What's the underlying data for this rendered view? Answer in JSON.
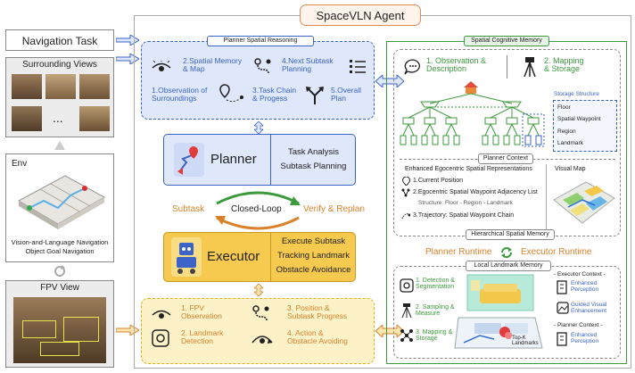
{
  "agent_title": "SpaceVLN Agent",
  "left": {
    "navigation_task": "Navigation Task",
    "surrounding_views": "Surrounding Views",
    "dots": "...",
    "env_label": "Env",
    "env_caption_1": "Vision-and-Language Navigation",
    "env_caption_2": "Object Goal Navigation",
    "fpv_view": "FPV View"
  },
  "planner_reasoning": {
    "header": "Planner Spatial Reasoning",
    "item_memory": "2.Spatial Memory\n& Map",
    "item_next": "4.Next Subtask\nPlanning",
    "item_observation": "1.Observation of\nSurroundings",
    "item_chain": "3.Task Chain\n& Progess",
    "item_overall": "5.Overall\nPlan"
  },
  "planner": {
    "title": "Planner",
    "task_1": "Task Analysis",
    "task_2": "Subtask Planning"
  },
  "loop": {
    "subtask": "Subtask",
    "closed_loop": "Closed-Loop",
    "verify": "Verify & Replan"
  },
  "executor": {
    "title": "Executor",
    "task_1": "Execute Subtask",
    "task_2": "Tracking Landmark",
    "task_3": "Obstacle Avoidance"
  },
  "executor_steps": {
    "step_1": "1. FPV\nObservation",
    "step_2": "2. Landmark\nDetection",
    "step_3": "3. Position &\nSubtask Progress",
    "step_4": "4. Action &\nObstacle Avoiding"
  },
  "memory": {
    "header": "Spatial Cognitive Memory",
    "obs_desc": "1. Observation &\nDescription",
    "mapping": "2. Mapping\n& Storage",
    "storage_structure": "Storage Structure",
    "levels": [
      "Floor",
      "Spatial Waypoint",
      "Region",
      "Landmark"
    ],
    "planner_context": "Planner Context",
    "enhanced_title": "Enhanced Egocentric Spatial Representations",
    "rep_1": "1.Current Position",
    "rep_2": "2.Egocentric Spatial Waypoint Adjacency List",
    "rep_struct": "Structure: Floor - Region - Landmark",
    "rep_3": "3.Trajectory: Spatial Waypoint Chain",
    "visual_map": "Visual Map",
    "hierarchical": "Hierarchical Spatial Memory",
    "planner_runtime": "Planner Runtime",
    "executor_runtime": "Executor Runtime",
    "local_landmark": "Local Landmark Memory",
    "local_1": "1. Detection &\nSegmentation",
    "local_2": "2. Sampling &\nMeasure",
    "local_3": "3. Mapping &\nStorage",
    "topk": "Top-K\nLandmarks",
    "exec_context": "- Executor Context -",
    "enhanced_perception": "Enhanced\nPerception",
    "guided_visual": "Guided Visual\nEnhancement",
    "planner_context_small": "- Planner Context -",
    "enhanced_perception_2": "Enhanced\nPerception"
  },
  "colors": {
    "blue_accent": "#3b63c8",
    "orange_accent": "#d9822b",
    "green_accent": "#3c9a3c",
    "planner_fill": "#dfe7fb",
    "executor_fill": "#f6c94f"
  }
}
